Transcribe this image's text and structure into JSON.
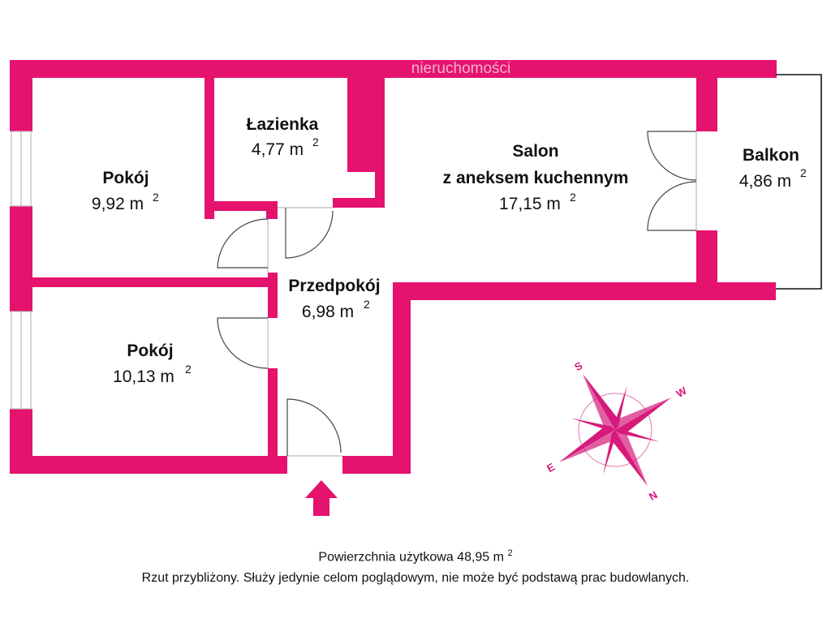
{
  "watermark": "nieruchomości",
  "rooms": {
    "pokoj_top": {
      "name": "Pokój",
      "area": "9,92 m",
      "exp": "2"
    },
    "lazienka": {
      "name": "Łazienka",
      "area": "4,77 m",
      "exp": "2"
    },
    "salon": {
      "name": "Salon",
      "name2": "z aneksem kuchennym",
      "area": "17,15 m",
      "exp": "2"
    },
    "balkon": {
      "name": "Balkon",
      "area": "4,86 m",
      "exp": "2"
    },
    "przedpokoj": {
      "name": "Przedpokój",
      "area": "6,98 m",
      "exp": "2"
    },
    "pokoj_bottom": {
      "name": "Pokój",
      "area": "10,13 m",
      "exp": "2"
    }
  },
  "compass": {
    "s": "S",
    "e": "E",
    "w": "W",
    "n": "N"
  },
  "footer": {
    "usable_area": "Powierzchnia użytkowa 48,95 m",
    "usable_exp": "2",
    "disclaimer": "Rzut przybliżony. Służy jedynie celom poglądowym, nie może być podstawą prac budowlanych."
  },
  "colors": {
    "wall": "#e5126e",
    "compass": "#d6197a",
    "text": "#111111"
  }
}
